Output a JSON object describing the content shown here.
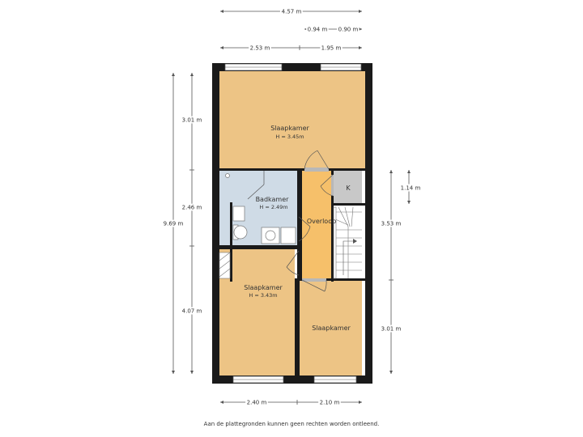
{
  "rooms": {
    "slaapkamer_top": {
      "name": "Slaapkamer",
      "height": "H = 3.45m"
    },
    "badkamer": {
      "name": "Badkamer",
      "height": "H = 2.49m"
    },
    "overloop": {
      "name": "Overloop"
    },
    "kast": {
      "name": "K"
    },
    "slaapkamer_bl": {
      "name": "Slaapkamer",
      "height": "H = 3.43m"
    },
    "slaapkamer_br": {
      "name": "Slaapkamer"
    }
  },
  "dimensions": {
    "top_total": "4.57 m",
    "top_small_left": "0.94 m",
    "top_small_right": "0.90 m",
    "top_left": "2.53 m",
    "top_right": "1.95 m",
    "left_total": "9.69 m",
    "left_top": "3.01 m",
    "left_middle": "2.46 m",
    "left_bottom": "4.07 m",
    "right_small": "1.14 m",
    "right_middle": "3.53 m",
    "right_bottom": "3.01 m",
    "bottom_left": "2.40 m",
    "bottom_right": "2.10 m"
  },
  "colors": {
    "bedroom": "#edc485",
    "bathroom": "#cfdbe6",
    "hallway": "#f6c06a",
    "closet": "#c8c8c8",
    "wall": "#1a1a1a"
  },
  "footer": "Aan de plattegronden kunnen geen rechten worden ontleend."
}
